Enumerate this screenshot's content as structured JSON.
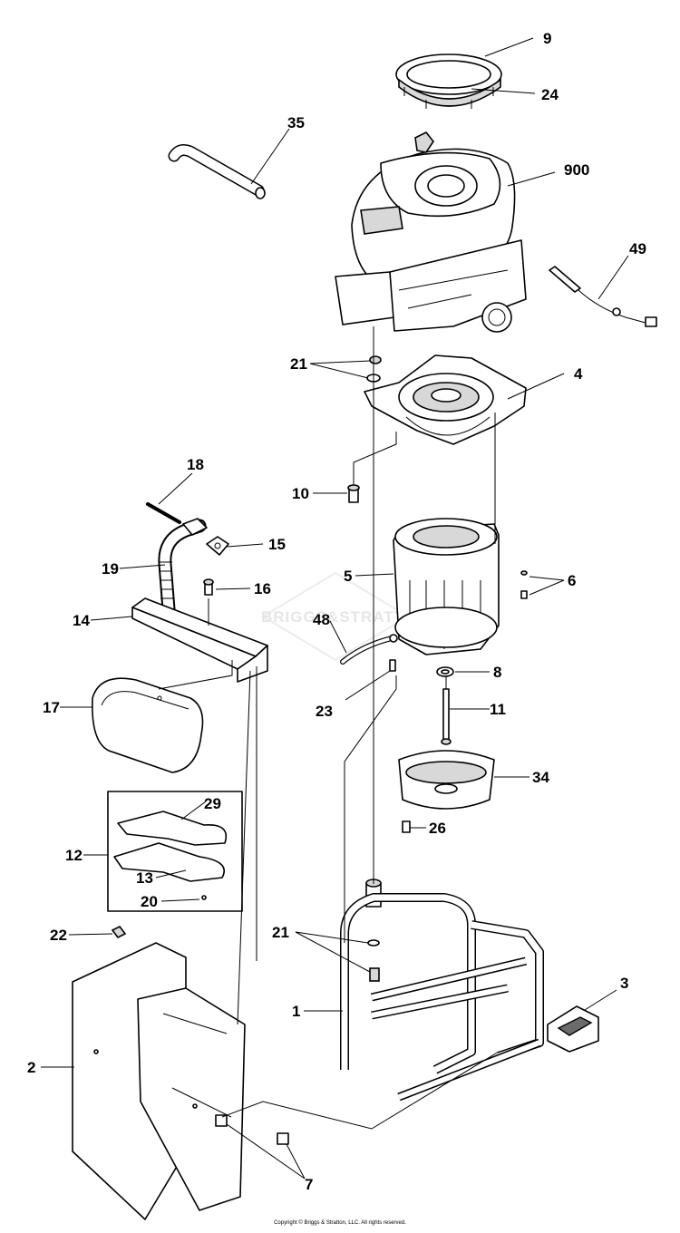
{
  "watermark": "BRIGGS&STRATTON",
  "copyright": "Copyright © Briggs & Stratton, LLC. All rights reserved.",
  "callouts": {
    "c9": "9",
    "c24": "24",
    "c35": "35",
    "c900": "900",
    "c49": "49",
    "c21a": "21",
    "c4": "4",
    "c18": "18",
    "c10": "10",
    "c15": "15",
    "c19": "19",
    "c5": "5",
    "c6": "6",
    "c16": "16",
    "c14": "14",
    "c48": "48",
    "c8": "8",
    "c17": "17",
    "c23": "23",
    "c11": "11",
    "c34": "34",
    "c29": "29",
    "c12": "12",
    "c26": "26",
    "c13": "13",
    "c20": "20",
    "c22": "22",
    "c21b": "21",
    "c1": "1",
    "c3": "3",
    "c2": "2",
    "c7": "7"
  }
}
